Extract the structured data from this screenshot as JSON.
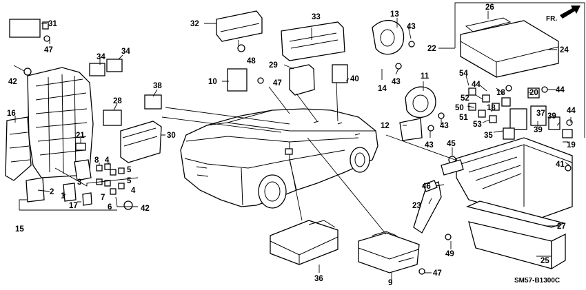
{
  "diagram": {
    "code": "SM57-B1300C",
    "direction_label": "FR.",
    "callouts": [
      "31",
      "47",
      "42",
      "16",
      "34",
      "34",
      "28",
      "38",
      "30",
      "21",
      "8",
      "4",
      "5",
      "5",
      "4",
      "6",
      "7",
      "3",
      "2",
      "1",
      "17",
      "15",
      "42",
      "32",
      "48",
      "10",
      "47",
      "29",
      "33",
      "40",
      "13",
      "43",
      "14",
      "43",
      "11",
      "12",
      "43",
      "43",
      "22",
      "26",
      "24",
      "54",
      "44",
      "52",
      "18",
      "20",
      "44",
      "51",
      "50",
      "53",
      "18",
      "37",
      "39",
      "35",
      "44",
      "39",
      "19",
      "45",
      "41",
      "46",
      "23",
      "27",
      "49",
      "25",
      "36",
      "9",
      "47"
    ]
  }
}
